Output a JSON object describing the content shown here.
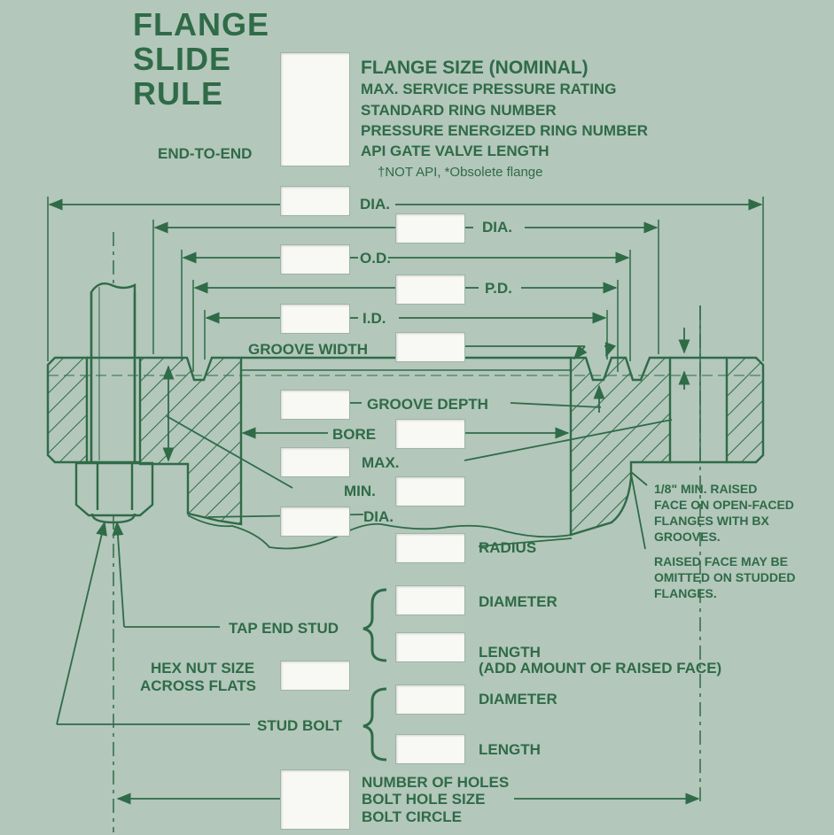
{
  "title": {
    "line1": "FLANGE",
    "line2": "SLIDE",
    "line3": "RULE"
  },
  "header_labels": {
    "flange_size": "FLANGE SIZE (NOMINAL)",
    "pressure_rating": "MAX. SERVICE PRESSURE RATING",
    "ring_number": "STANDARD RING NUMBER",
    "pe_ring_number": "PRESSURE ENERGIZED RING NUMBER",
    "valve_length": "API GATE VALVE LENGTH",
    "footnote": "†NOT API, *Obsolete flange",
    "end_to_end": "END-TO-END"
  },
  "dimension_labels": {
    "dia1": "DIA.",
    "dia2": "DIA.",
    "od": "O.D.",
    "pd": "P.D.",
    "id": "I.D.",
    "groove_width": "GROOVE WIDTH",
    "groove_depth": "GROOVE DEPTH",
    "bore": "BORE",
    "max": "MAX.",
    "min": "MIN.",
    "dia3": "DIA.",
    "radius": "RADIUS"
  },
  "raised_face_note": {
    "line1": "1/8\" MIN. RAISED",
    "line2": "FACE ON OPEN-FACED",
    "line3": "FLANGES WITH BX",
    "line4": "GROOVES.",
    "line5": "RAISED FACE MAY BE",
    "line6": "OMITTED ON STUDDED",
    "line7": "FLANGES."
  },
  "stud_labels": {
    "tap_end_stud": "TAP END STUD",
    "diameter1": "DIAMETER",
    "length1": "LENGTH",
    "length1_note": "(ADD AMOUNT OF RAISED FACE)",
    "hex_nut_1": "HEX NUT SIZE",
    "hex_nut_2": "ACROSS FLATS",
    "stud_bolt": "STUD BOLT",
    "diameter2": "DIAMETER",
    "length2": "LENGTH"
  },
  "bolt_labels": {
    "holes": "NUMBER OF HOLES",
    "hole_size": "BOLT HOLE SIZE",
    "circle": "BOLT CIRCLE"
  },
  "colors": {
    "ink": "#2f6b47",
    "card": "#b3c7bb",
    "window": "#f8f8f5"
  }
}
